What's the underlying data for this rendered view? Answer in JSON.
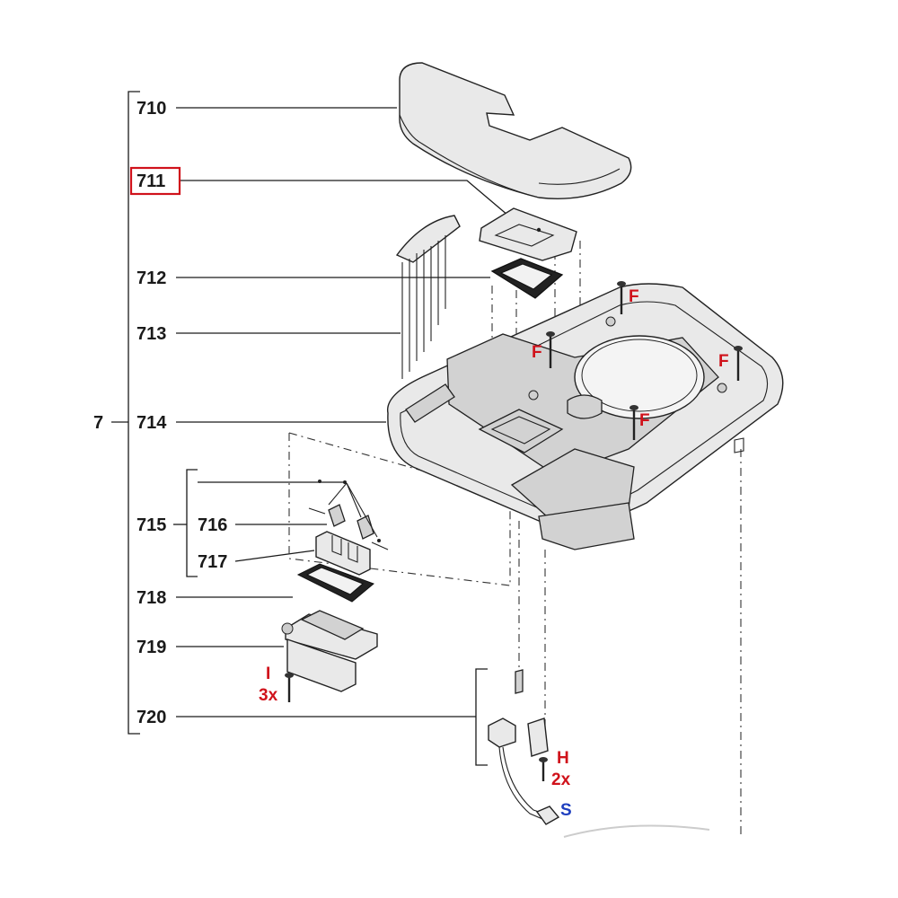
{
  "diagram": {
    "group_label": "7",
    "parts": [
      {
        "id": "710"
      },
      {
        "id": "711",
        "highlighted": true
      },
      {
        "id": "712"
      },
      {
        "id": "713"
      },
      {
        "id": "714"
      },
      {
        "id": "715"
      },
      {
        "id": "716"
      },
      {
        "id": "717"
      },
      {
        "id": "718"
      },
      {
        "id": "719"
      },
      {
        "id": "720"
      }
    ],
    "fastener_tags": [
      {
        "letter": "F"
      },
      {
        "letter": "F"
      },
      {
        "letter": "F"
      },
      {
        "letter": "F"
      },
      {
        "letter": "I",
        "qty": "3x"
      },
      {
        "letter": "H",
        "qty": "2x"
      },
      {
        "letter": "S"
      }
    ],
    "colors": {
      "highlight": "#d0121b",
      "fastener_tag": "#d0121b",
      "connector_tag": "#1f3fbf",
      "line": "#1a1a1a"
    }
  }
}
